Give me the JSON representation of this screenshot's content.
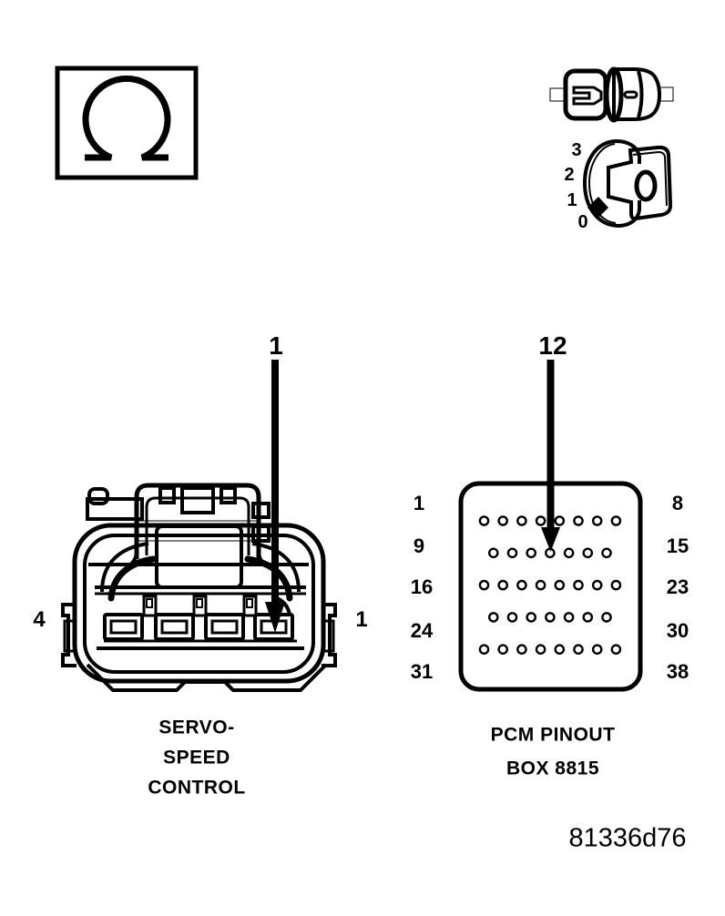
{
  "figure_code": "81336d76",
  "header_icons": {
    "ignition_positions": [
      "3",
      "2",
      "1",
      "0"
    ]
  },
  "servo_connector": {
    "pointer_label": "1",
    "left_pin_label": "4",
    "right_pin_label": "1",
    "caption_lines": [
      "SERVO-",
      "SPEED",
      "CONTROL"
    ]
  },
  "pcm_connector": {
    "pointer_label": "12",
    "caption_lines": [
      "PCM PINOUT",
      "BOX 8815"
    ],
    "row_start_labels": [
      "1",
      "9",
      "16",
      "24",
      "31"
    ],
    "row_end_labels": [
      "8",
      "15",
      "23",
      "30",
      "38"
    ],
    "pin_rows": [
      8,
      7,
      8,
      7,
      8
    ]
  }
}
